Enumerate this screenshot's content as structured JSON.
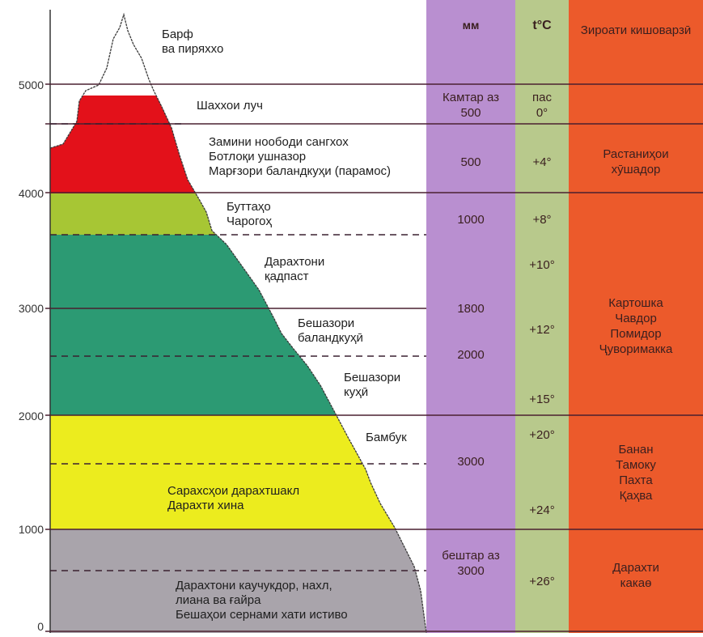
{
  "axis": {
    "ticks": [
      "0",
      "1000",
      "2000",
      "3000",
      "4000",
      "5000"
    ]
  },
  "headers": {
    "precipitation": "мм",
    "temperature": "t°C",
    "crops": "Зироати кишоварзӣ"
  },
  "zones": [
    {
      "label": "Барф\nва пиряххо",
      "color": "#ffffff"
    },
    {
      "label": "Шаххои луч",
      "color": "#ffffff"
    },
    {
      "label": "Замини нообoди сангхох\nБотлоқи ушназор\nМарғзори баландкуҳи (парамос)",
      "color": "#e3111a"
    },
    {
      "label": "Буттаҳо\nЧарогоҳ",
      "color": "#a7c634"
    },
    {
      "label": "Дарахтони\nқадпаст",
      "color": "#2c9a73"
    },
    {
      "label": "Бешазори\nбаландкуҳӣ",
      "color": "#2c9a73"
    },
    {
      "label": "Бешазори\nкуҳӣ",
      "color": "#2c9a73"
    },
    {
      "label": "Бамбук",
      "color": "#ecec1e"
    },
    {
      "label": "Сарахсҳои дарахтшакл\nДарахти хина",
      "color": "#ecec1e"
    },
    {
      "label": "Дарахтони каучукдор, нахл,\nлиана ва ғайра\nБешаҳои сернами хати истиво",
      "color": "#a9a4ab"
    }
  ],
  "precipitation": [
    "Камтар аз\n500",
    "500",
    "1000",
    "1800",
    "2000",
    "3000",
    "бештар аз\n3000"
  ],
  "temperature": [
    "пас\n0°",
    "+4°",
    "+8°",
    "+10°",
    "+12°",
    "+15°",
    "+20°",
    "+24°",
    "+26°"
  ],
  "crops": [
    "Растаниҳои\nхӯшадор",
    "Картошка\nЧавдор\nПомидор\nҶуворимакка",
    "Банан\nТамоку\nПахта\nҚаҳва",
    "Дарахти\nкакаө"
  ],
  "colors": {
    "precip_band": "#b98fd0",
    "temp_band": "#b8c98c",
    "crop_band": "#ec5a2b",
    "lines": "#4a2030",
    "mountain_outline": "#3a3a3a"
  }
}
